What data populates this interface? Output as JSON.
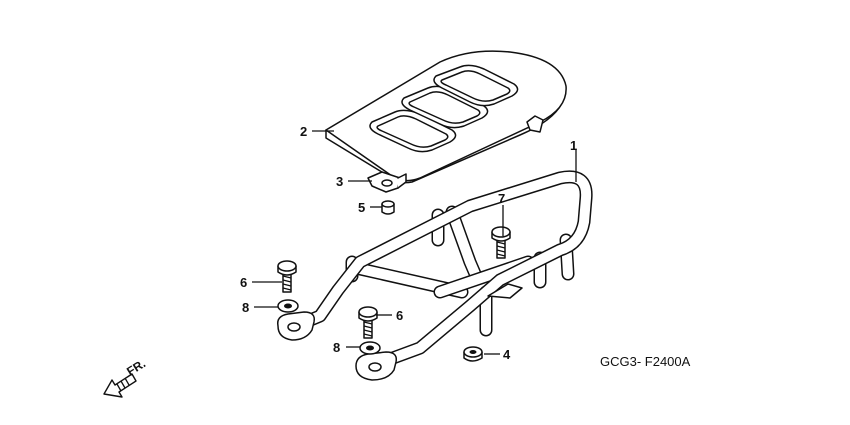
{
  "figure_code": "GCG3- F2400A",
  "direction_label": "FR.",
  "callouts": {
    "frame": "1",
    "carrier_plate": "2",
    "bracket": "3",
    "nut": "4",
    "screw": "5",
    "bolt_left": "6",
    "bolt_center": "6",
    "bolt_right": "7",
    "washer_left": "8",
    "washer_center": "8"
  }
}
